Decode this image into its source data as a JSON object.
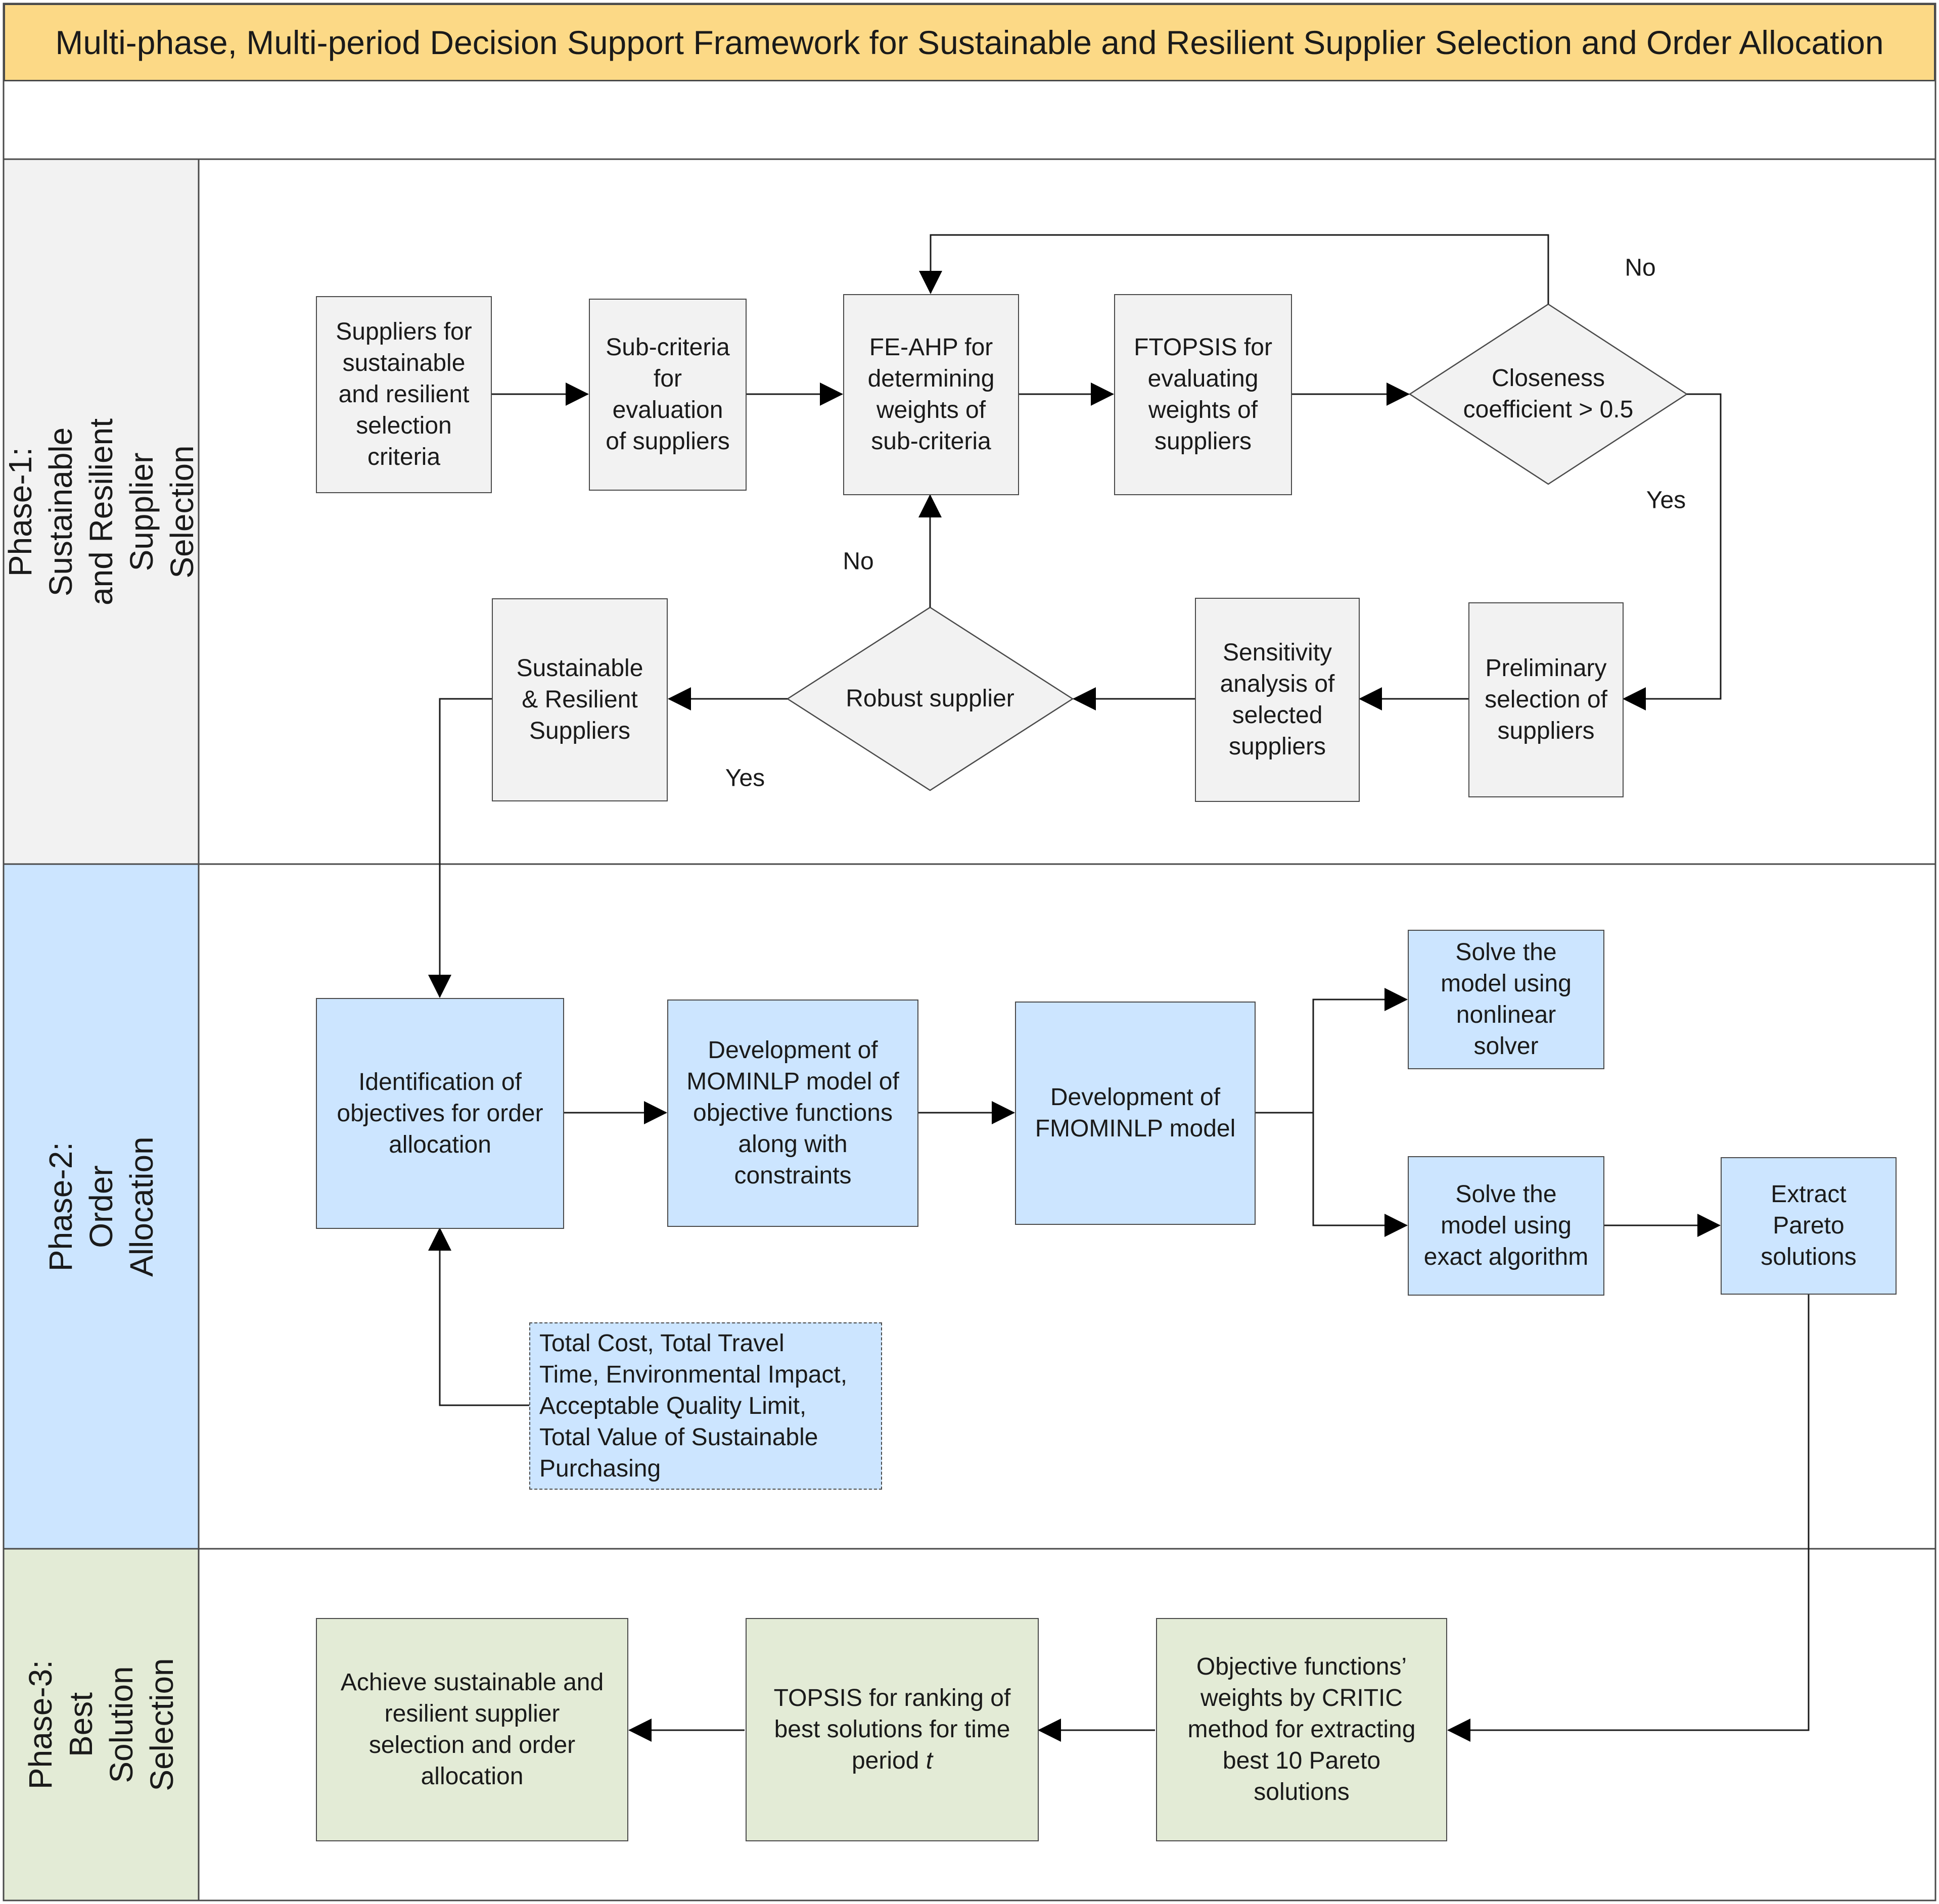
{
  "title": "Multi-phase, Multi-period Decision Support Framework for Sustainable and Resilient Supplier Selection and Order Allocation",
  "lanes": {
    "phase1": "Phase-1: Sustainable and Resilient\nSupplier Selection",
    "phase2": "Phase-2: Order Allocation",
    "phase3": "Phase-3: Best\nSolution Selection"
  },
  "phase1": {
    "suppliers_criteria": "Suppliers for\nsustainable\nand resilient\nselection\ncriteria",
    "sub_criteria": "Sub-criteria\nfor\nevaluation\nof suppliers",
    "fe_ahp": "FE-AHP for\ndetermining\nweights of\nsub-criteria",
    "ftopsis": "FTOPSIS for\nevaluating\nweights of\nsuppliers",
    "closeness": "Closeness\ncoefficient > 0.5",
    "preliminary": "Preliminary\nselection of\nsuppliers",
    "sensitivity": "Sensitivity\nanalysis of\nselected\nsuppliers",
    "robust": "Robust supplier",
    "sr_suppliers": "Sustainable\n& Resilient\nSuppliers",
    "label_no_top": "No",
    "label_yes_right": "Yes",
    "label_no_left": "No",
    "label_yes_bottom": "Yes"
  },
  "phase2": {
    "objectives": "Identification of\nobjectives for order\nallocation",
    "mominlp": "Development of\nMOMINLP model of\nobjective functions\nalong with\nconstraints",
    "fmominlp": "Development of\nFMOMINLP model",
    "solve_nonlinear": "Solve the\nmodel using\nnonlinear\nsolver",
    "solve_exact": "Solve the\nmodel using\nexact algorithm",
    "pareto": "Extract\nPareto\nsolutions",
    "objectives_list": "Total Cost, Total Travel\nTime, Environmental Impact,\nAcceptable Quality Limit,\nTotal Value of Sustainable\nPurchasing"
  },
  "phase3": {
    "achieve": "Achieve sustainable and\nresilient supplier\nselection and order\nallocation",
    "topsis_prefix": "TOPSIS for ranking of\nbest solutions for time\nperiod ",
    "topsis_var": "t",
    "critic": "Objective functions’\nweights by CRITIC\nmethod for extracting\nbest 10 Pareto\nsolutions"
  },
  "colors": {
    "title_bg": "#fcd986",
    "phase1_bg": "#f2f2f2",
    "phase2_bg": "#cce5ff",
    "phase3_bg": "#e3ebd6",
    "line": "#1a1a1a"
  }
}
